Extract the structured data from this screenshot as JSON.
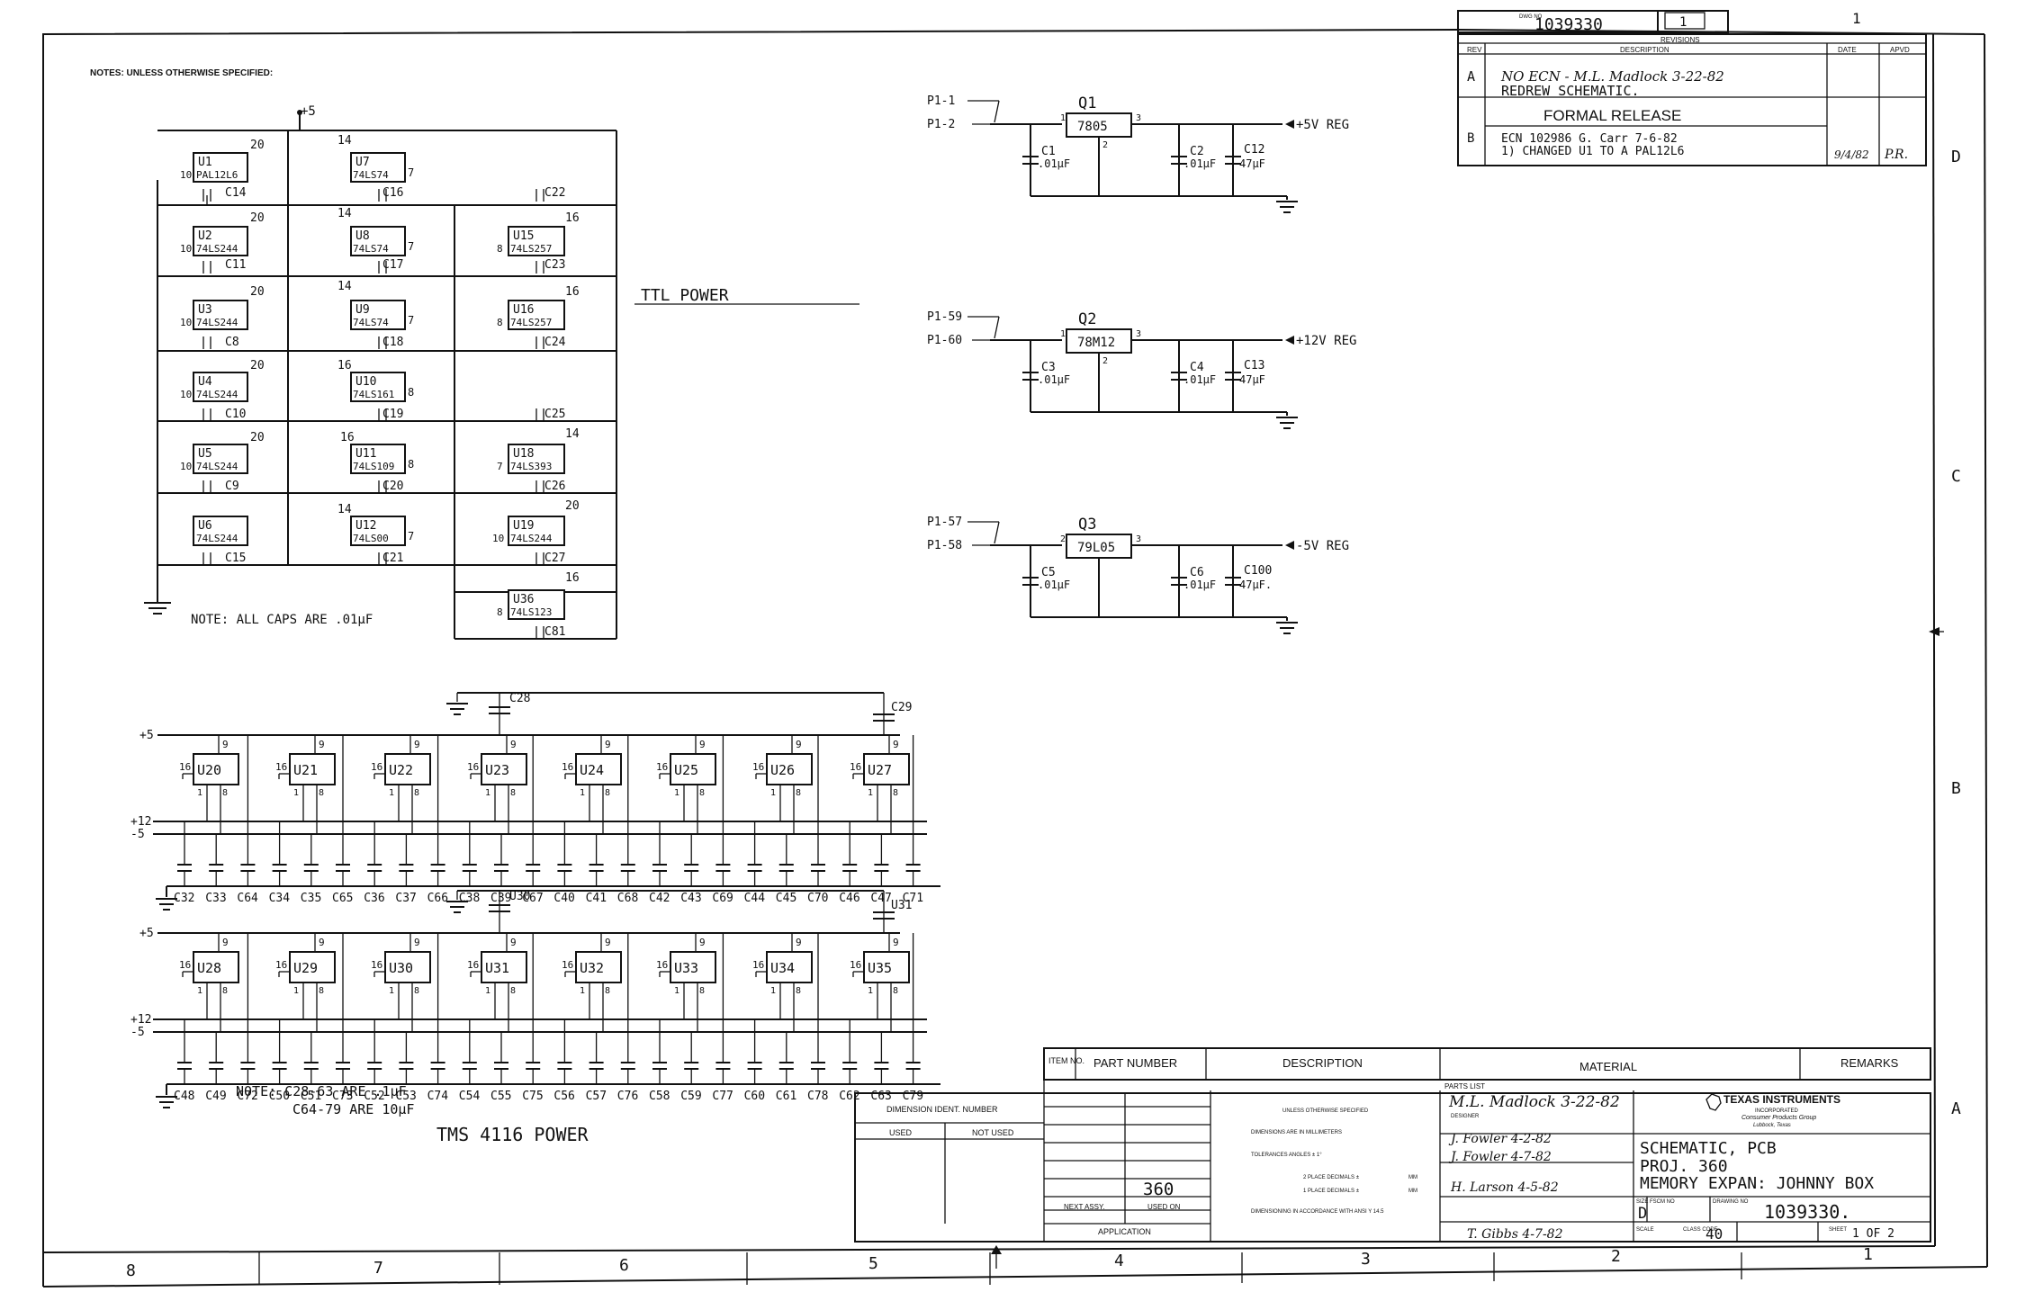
{
  "notes_header": "NOTES: UNLESS OTHERWISE SPECIFIED:",
  "ttl": {
    "supply": "+5",
    "rows": [
      {
        "chips": [
          {
            "pins": "20",
            "gnd": "10",
            "ref": "U1",
            "part": "PAL12L6"
          },
          {
            "pins": "14",
            "gnd": "7",
            "ref": "U7",
            "part": "74LS74"
          }
        ],
        "caps": [
          "C14",
          "C16",
          "C22"
        ]
      },
      {
        "chips": [
          {
            "pins": "20",
            "gnd": "10",
            "ref": "U2",
            "part": "74LS244"
          },
          {
            "pins": "14",
            "gnd": "7",
            "ref": "U8",
            "part": "74LS74"
          },
          {
            "pins": "16",
            "gnd": "8",
            "ref": "U15",
            "part": "74LS257"
          }
        ],
        "caps": [
          "C11",
          "C17",
          "C23"
        ]
      },
      {
        "chips": [
          {
            "pins": "20",
            "gnd": "10",
            "ref": "U3",
            "part": "74LS244"
          },
          {
            "pins": "14",
            "gnd": "7",
            "ref": "U9",
            "part": "74LS74"
          },
          {
            "pins": "16",
            "gnd": "8",
            "ref": "U16",
            "part": "74LS257"
          }
        ],
        "caps": [
          "C8",
          "C18",
          "C24"
        ]
      },
      {
        "chips": [
          {
            "pins": "20",
            "gnd": "10",
            "ref": "U4",
            "part": "74LS244"
          },
          {
            "pins": "16",
            "gnd": "8",
            "ref": "U10",
            "part": "74LS161"
          }
        ],
        "caps": [
          "C10",
          "C19",
          "C25"
        ]
      },
      {
        "chips": [
          {
            "pins": "20",
            "gnd": "10",
            "ref": "U5",
            "part": "74LS244"
          },
          {
            "pins": "16",
            "gnd": "8",
            "ref": "U11",
            "part": "74LS109"
          },
          {
            "pins": "14",
            "gnd": "7",
            "ref": "U18",
            "part": "74LS393"
          }
        ],
        "caps": [
          "C9",
          "C20",
          "C26"
        ]
      },
      {
        "chips": [
          {
            "pins": "",
            "gnd": "",
            "ref": "U6",
            "part": "74LS244"
          },
          {
            "pins": "14",
            "gnd": "7",
            "ref": "U12",
            "part": "74LS00"
          },
          {
            "pins": "20",
            "gnd": "10",
            "ref": "U19",
            "part": "74LS244"
          }
        ],
        "caps": [
          "C15",
          "C21",
          "C27"
        ]
      }
    ],
    "extra": {
      "pins": "16",
      "gnd": "8",
      "ref": "U36",
      "part": "74LS123",
      "cap": "C81"
    },
    "note": "NOTE: ALL CAPS ARE .01µF",
    "label": "TTL POWER"
  },
  "regulators": [
    {
      "inputs": [
        "P1-1",
        "P1-2"
      ],
      "ref": "Q1",
      "part": "7805",
      "pin_in": "1",
      "pin_gnd": "2",
      "pin_out": "3",
      "cap_in": {
        "ref": "C1",
        "val": ".01µF"
      },
      "cap_out": {
        "ref": "C2",
        "val": ".01µF"
      },
      "cap_bulk": {
        "ref": "C12",
        "val": "47µF"
      },
      "output": "+5V REG"
    },
    {
      "inputs": [
        "P1-59",
        "P1-60"
      ],
      "ref": "Q2",
      "part": "78M12",
      "pin_in": "1",
      "pin_gnd": "2",
      "pin_out": "3",
      "cap_in": {
        "ref": "C3",
        "val": ".01µF"
      },
      "cap_out": {
        "ref": "C4",
        "val": ".01µF"
      },
      "cap_bulk": {
        "ref": "C13",
        "val": "47µF"
      },
      "output": "+12V REG"
    },
    {
      "inputs": [
        "P1-57",
        "P1-58"
      ],
      "ref": "Q3",
      "part": "79L05",
      "pin_in": "2",
      "pin_gnd": "",
      "pin_out": "3",
      "cap_in": {
        "ref": "C5",
        "val": ".01µF"
      },
      "cap_out": {
        "ref": "C6",
        "val": ".01µF"
      },
      "cap_bulk": {
        "ref": "C100",
        "val": "47µF."
      },
      "output": "-5V REG"
    }
  ],
  "tms": {
    "top_bank": {
      "caps_top": [
        "C28",
        "C29"
      ],
      "chips": [
        "U20",
        "U21",
        "U22",
        "U23",
        "U24",
        "U25",
        "U26",
        "U27"
      ],
      "caps_bottom": [
        "C32",
        "C33",
        "C64",
        "C34",
        "C35",
        "C65",
        "C36",
        "C37",
        "C66",
        "C38",
        "C39",
        "C67",
        "C40",
        "C41",
        "C68",
        "C42",
        "C43",
        "C69",
        "C44",
        "C45",
        "C70",
        "C46",
        "C47",
        "C71"
      ]
    },
    "bottom_bank": {
      "caps_top": [
        "U30",
        "U31"
      ],
      "chips": [
        "U28",
        "U29",
        "U30",
        "U31",
        "U32",
        "U33",
        "U34",
        "U35"
      ],
      "caps_bottom": [
        "C48",
        "C49",
        "C72",
        "C50",
        "C51",
        "C73",
        "C52",
        "C53",
        "C74",
        "C54",
        "C55",
        "C75",
        "C56",
        "C57",
        "C76",
        "C58",
        "C59",
        "C77",
        "C60",
        "C61",
        "C78",
        "C62",
        "C63",
        "C79"
      ]
    },
    "rails": {
      "plus5": "+5",
      "plus12": "+12",
      "minus5": "-5"
    },
    "pin_vdd": "9",
    "pin_vbb": "1",
    "pin_vss": "16",
    "pin_vss2": "8",
    "note_line1": "NOTE: C28-63 ARE .1µF",
    "note_line2": "C64-79 ARE 10µF",
    "label": "TMS 4116 POWER"
  },
  "revisions": {
    "dwg_label": "DWG NO",
    "dwg_no": "1039330",
    "sheet_box": "1",
    "page_num": "1",
    "title": "REVISIONS",
    "headers": [
      "REV",
      "DESCRIPTION",
      "DATE",
      "APVD"
    ],
    "rows": [
      {
        "rev": "A",
        "line1": "NO ECN - M.L. Madlock 3-22-82",
        "line2": "REDREW SCHEMATIC.",
        "date": "",
        "apvd": ""
      },
      {
        "rev": "",
        "line1": "FORMAL RELEASE",
        "line2": "",
        "date": "",
        "apvd": ""
      },
      {
        "rev": "B",
        "line1": "ECN 102986 G. Carr 7-6-82",
        "line2": "1) CHANGED U1 TO A PAL12L6",
        "date": "9/4/82",
        "apvd": "P.R."
      }
    ]
  },
  "zones_right": [
    "D",
    "C",
    "B",
    "A"
  ],
  "zones_bottom": [
    "8",
    "7",
    "6",
    "5",
    "4",
    "3",
    "2",
    "1"
  ],
  "parts_list": {
    "headers": [
      "ITEM NO.",
      "PART NUMBER",
      "DESCRIPTION",
      "MATERIAL",
      "REMARKS"
    ],
    "label": "PARTS LIST"
  },
  "title_block": {
    "dimension_ident": "DIMENSION IDENT. NUMBER",
    "used": "USED",
    "not_used": "NOT USED",
    "unless": "UNLESS OTHERWISE SPECIFIED",
    "spec1": "DIMENSIONS ARE IN MILLIMETERS",
    "spec2": "TOLERANCES ANGLES ± 1°",
    "spec3": "2 PLACE DECIMALS ±",
    "spec4": "1 PLACE DECIMALS ±",
    "spec5": "DIMENSIONING IN ACCORDANCE WITH ANSI Y 14.5",
    "mm": "MM",
    "used_on": "360",
    "next_assy": "NEXT ASSY.",
    "used_on_label": "USED ON",
    "application": "APPLICATION",
    "sig_designer": "M.L. Madlock 3-22-82",
    "designer_label": "DESIGNER",
    "sig_2": "J. Fowler 4-2-82",
    "sig_3": "J. Fowler 4-7-82",
    "sig_4": "H. Larson 4-5-82",
    "sig_5": "T. Gibbs 4-7-82",
    "company": "TEXAS INSTRUMENTS",
    "company_sub1": "INCORPORATED",
    "company_sub2": "Consumer Products Group",
    "company_sub3": "Lubbock, Texas",
    "title1": "SCHEMATIC, PCB",
    "title2": "PROJ. 360",
    "title3": "MEMORY EXPAN: JOHNNY BOX",
    "size_label": "SIZE",
    "size": "D",
    "fscm_label": "FSCM NO",
    "dwg_no_label": "DRAWING NO",
    "dwg_no": "1039330.",
    "scale_label": "SCALE",
    "class_label": "CLASS CODE",
    "class_code": "40",
    "sheet_label": "SHEET",
    "sheet": "1 OF 2"
  }
}
